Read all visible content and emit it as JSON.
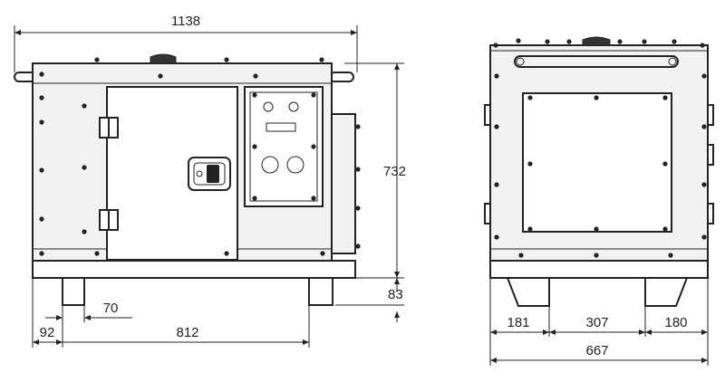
{
  "front_view": {
    "dimensions": {
      "overall_width": "1138",
      "height": "732",
      "foot_height": "83",
      "foot_width": "70",
      "foot_offset": "92",
      "foot_spacing": "812"
    }
  },
  "side_view": {
    "dimensions": {
      "left_offset": "181",
      "foot_spacing": "307",
      "right_offset": "180",
      "overall_depth": "667"
    }
  },
  "icons": {
    "handle": "handle-icon",
    "lock": "lock-icon",
    "hinge": "hinge-icon",
    "exhaust": "exhaust-cap-icon"
  },
  "colors": {
    "line": "#222222",
    "panel": "#f2f2f2"
  }
}
